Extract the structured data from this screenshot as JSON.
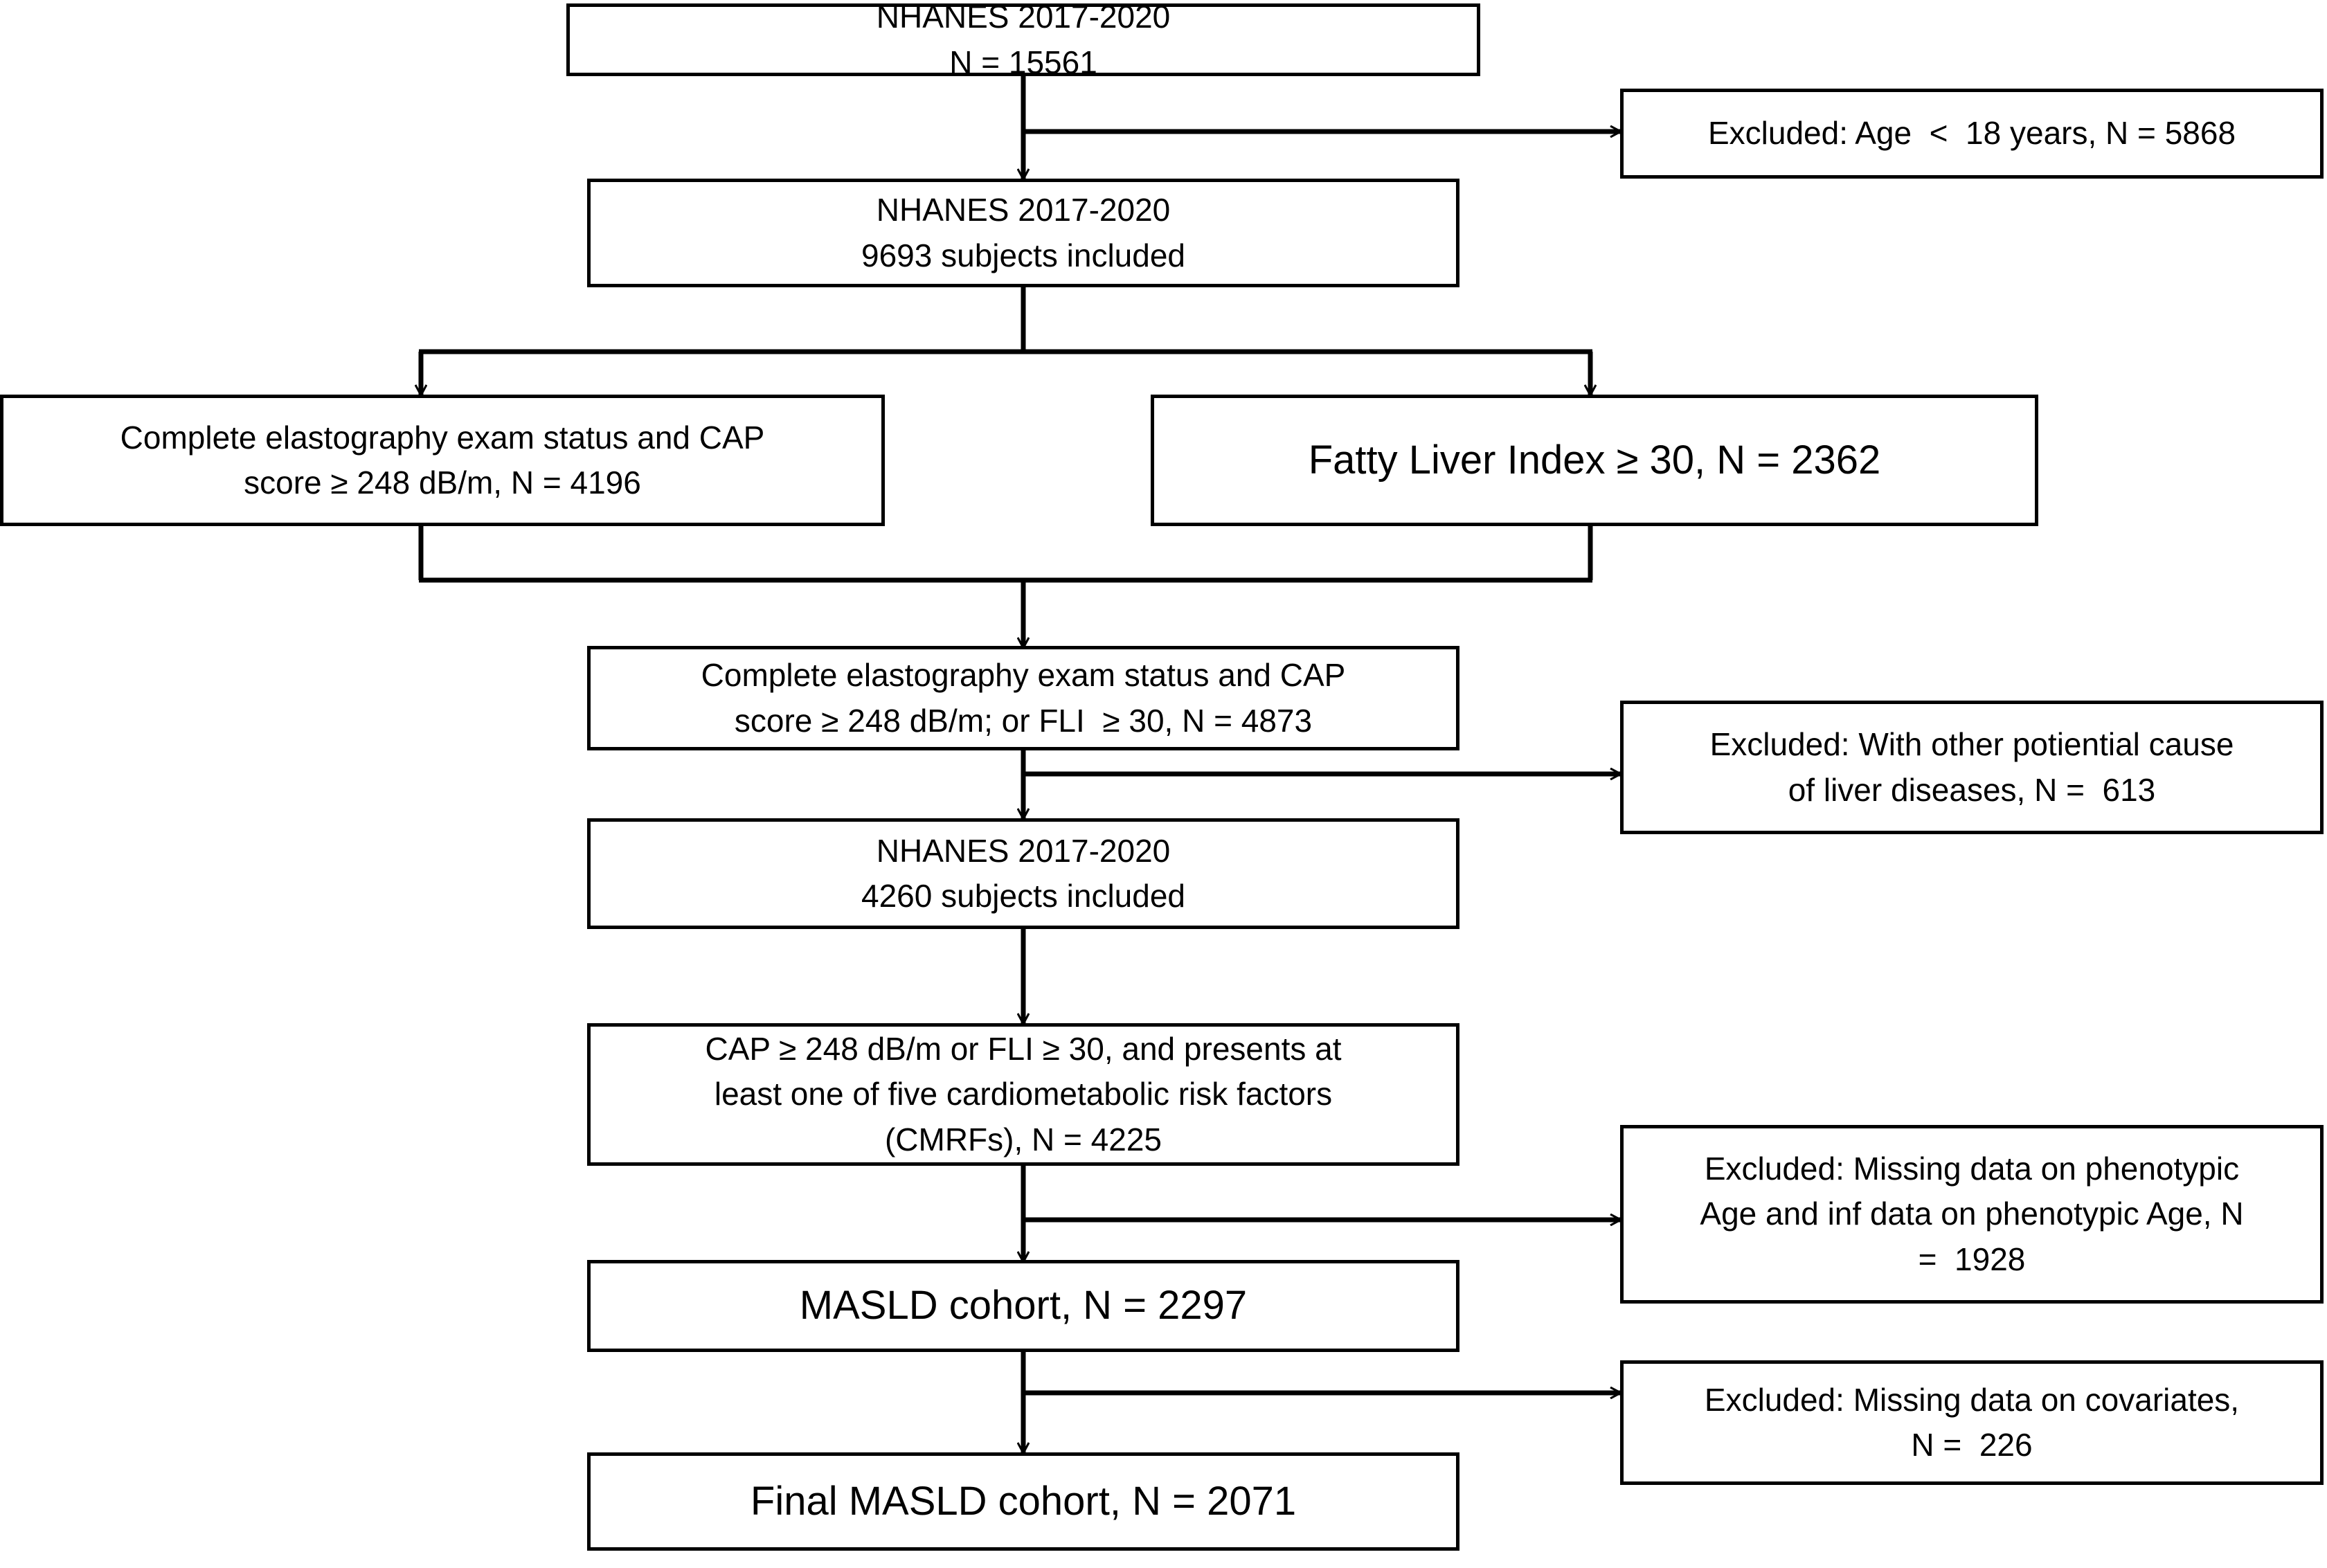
{
  "figure": {
    "type": "flowchart",
    "orientation": "top-to-bottom",
    "description": "NHANES 2017-2020 MASLD cohort participant selection flow diagram",
    "background_color": "#ffffff",
    "line_color": "#000000",
    "text_color": "#000000"
  },
  "nodes": {
    "source_cohort": {
      "line1": "NHANES 2017-2020",
      "line2": "N = 15561"
    },
    "adults_cohort": {
      "line1": "NHANES 2017-2020",
      "line2": "9693 subjects included"
    },
    "cap_branch": {
      "line1": "Complete elastography exam status and CAP",
      "line2": "score ≥ 248 dB/m, N = 4196"
    },
    "fli_branch": {
      "line1": "Fatty Liver Index ≥ 30, N = 2362"
    },
    "combined_criteria": {
      "line1": "Complete elastography exam status and CAP",
      "line2": "score ≥ 248 dB/m; or FLI  ≥ 30, N = 4873"
    },
    "nhanes_4260": {
      "line1": "NHANES 2017-2020",
      "line2": "4260 subjects included"
    },
    "cmrf_criteria": {
      "line1": "CAP ≥ 248 dB/m or FLI ≥ 30, and presents at",
      "line2": "least one of five cardiometabolic risk factors",
      "line3": "(CMRFs), N = 4225"
    },
    "masld_cohort": {
      "line1": "MASLD cohort, N = 2297"
    },
    "final_cohort": {
      "line1": "Final MASLD cohort, N = 2071"
    }
  },
  "exclusions": {
    "age": {
      "line1": "Excluded: Age  <  18 years, N = 5868"
    },
    "liver_disease": {
      "line1": "Excluded: With other potiential cause",
      "line2": "of liver diseases, N =  613"
    },
    "phenotypic_age": {
      "line1": "Excluded: Missing data on phenotypic",
      "line2": "Age and inf data on phenotypic Age, N",
      "line3": "=  1928"
    },
    "covariates": {
      "line1": "Excluded: Missing data on covariates,",
      "line2": "N =  226"
    }
  },
  "counts": {
    "total_screened": 15561,
    "adults_included": 9693,
    "excluded_under_18": 5868,
    "cap_qualified": 4196,
    "fli_qualified": 2362,
    "cap_or_fli": 4873,
    "excluded_other_liver_disease": 613,
    "after_liver_exclusion": 4260,
    "with_cmrf": 4225,
    "excluded_phenotypic_age": 1928,
    "masld_cohort": 2297,
    "excluded_covariates": 226,
    "final_masld_cohort": 2071
  }
}
